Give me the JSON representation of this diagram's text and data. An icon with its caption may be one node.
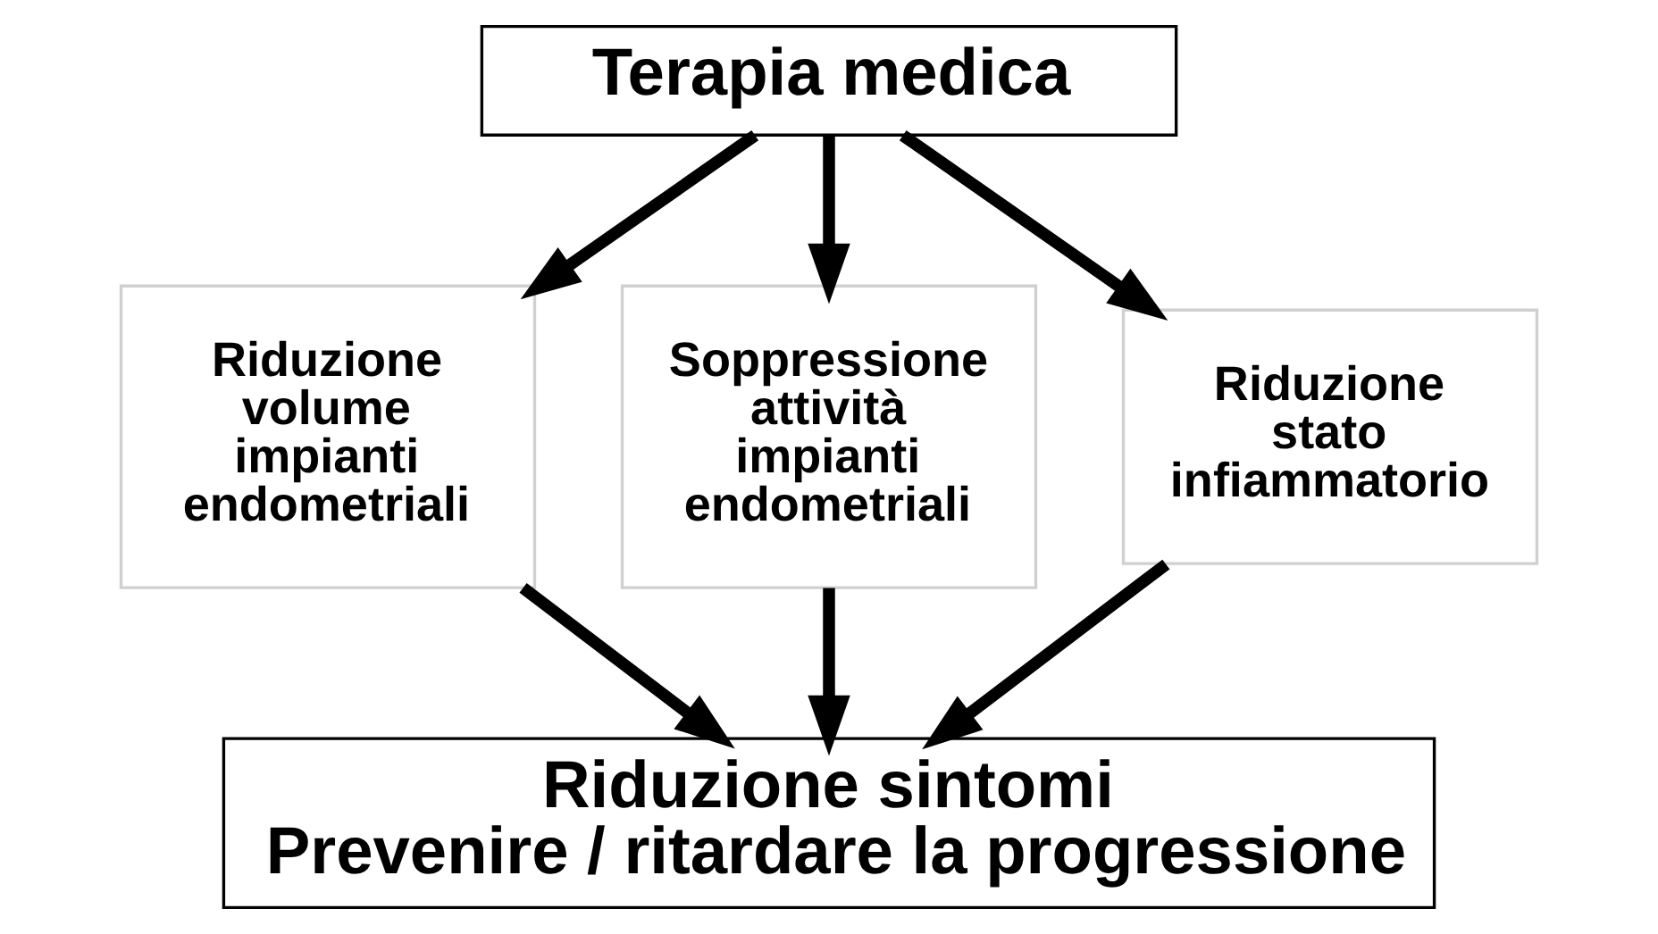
{
  "diagram": {
    "nodes": [
      {
        "text": [
          "Terapia medica"
        ]
      },
      {
        "text": [
          "Riduzione volume",
          "impianti endometriali"
        ]
      },
      {
        "text": [
          "Soppressione attività",
          "impianti endometriali"
        ]
      },
      {
        "text": [
          "Riduzione stato infiammatorio"
        ]
      },
      {
        "text": [
          "Riduzione sintomi",
          "Prevenire / ritardare la progressione"
        ]
      }
    ],
    "edges": [
      {
        "from": 0,
        "to": 1,
        "arrow": "to"
      },
      {
        "from": 0,
        "to": 2,
        "arrow": "to"
      },
      {
        "from": 0,
        "to": 3,
        "arrow": "to"
      },
      {
        "from": 1,
        "to": 4,
        "arrow": "to"
      },
      {
        "from": 2,
        "to": 4,
        "arrow": "to"
      },
      {
        "from": 3,
        "to": 4,
        "arrow": "to"
      }
    ]
  }
}
